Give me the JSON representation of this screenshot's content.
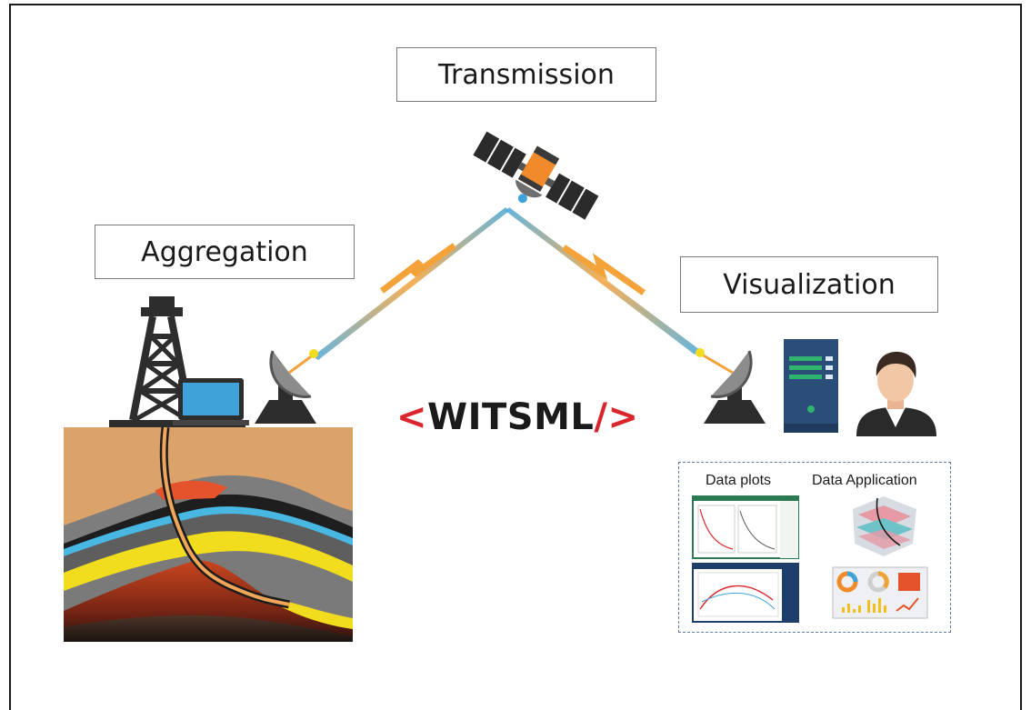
{
  "labels": {
    "transmission": "Transmission",
    "aggregation": "Aggregation",
    "visualization": "Visualization"
  },
  "witsml": {
    "open_bracket": "<",
    "text": "WITSML",
    "close_bracket": "/>"
  },
  "panel": {
    "data_plots": "Data plots",
    "data_application": "Data Application"
  },
  "icons": [
    "satellite-icon",
    "drilling-rig-icon",
    "laptop-icon",
    "satellite-dish-icon",
    "server-icon",
    "user-avatar-icon",
    "plot-thumbnail-icon",
    "3d-model-icon",
    "dashboard-icon"
  ],
  "colors": {
    "witsml_bracket": "#d9252c",
    "ground_top": "#dba36a",
    "signal": "#f4a23a"
  }
}
